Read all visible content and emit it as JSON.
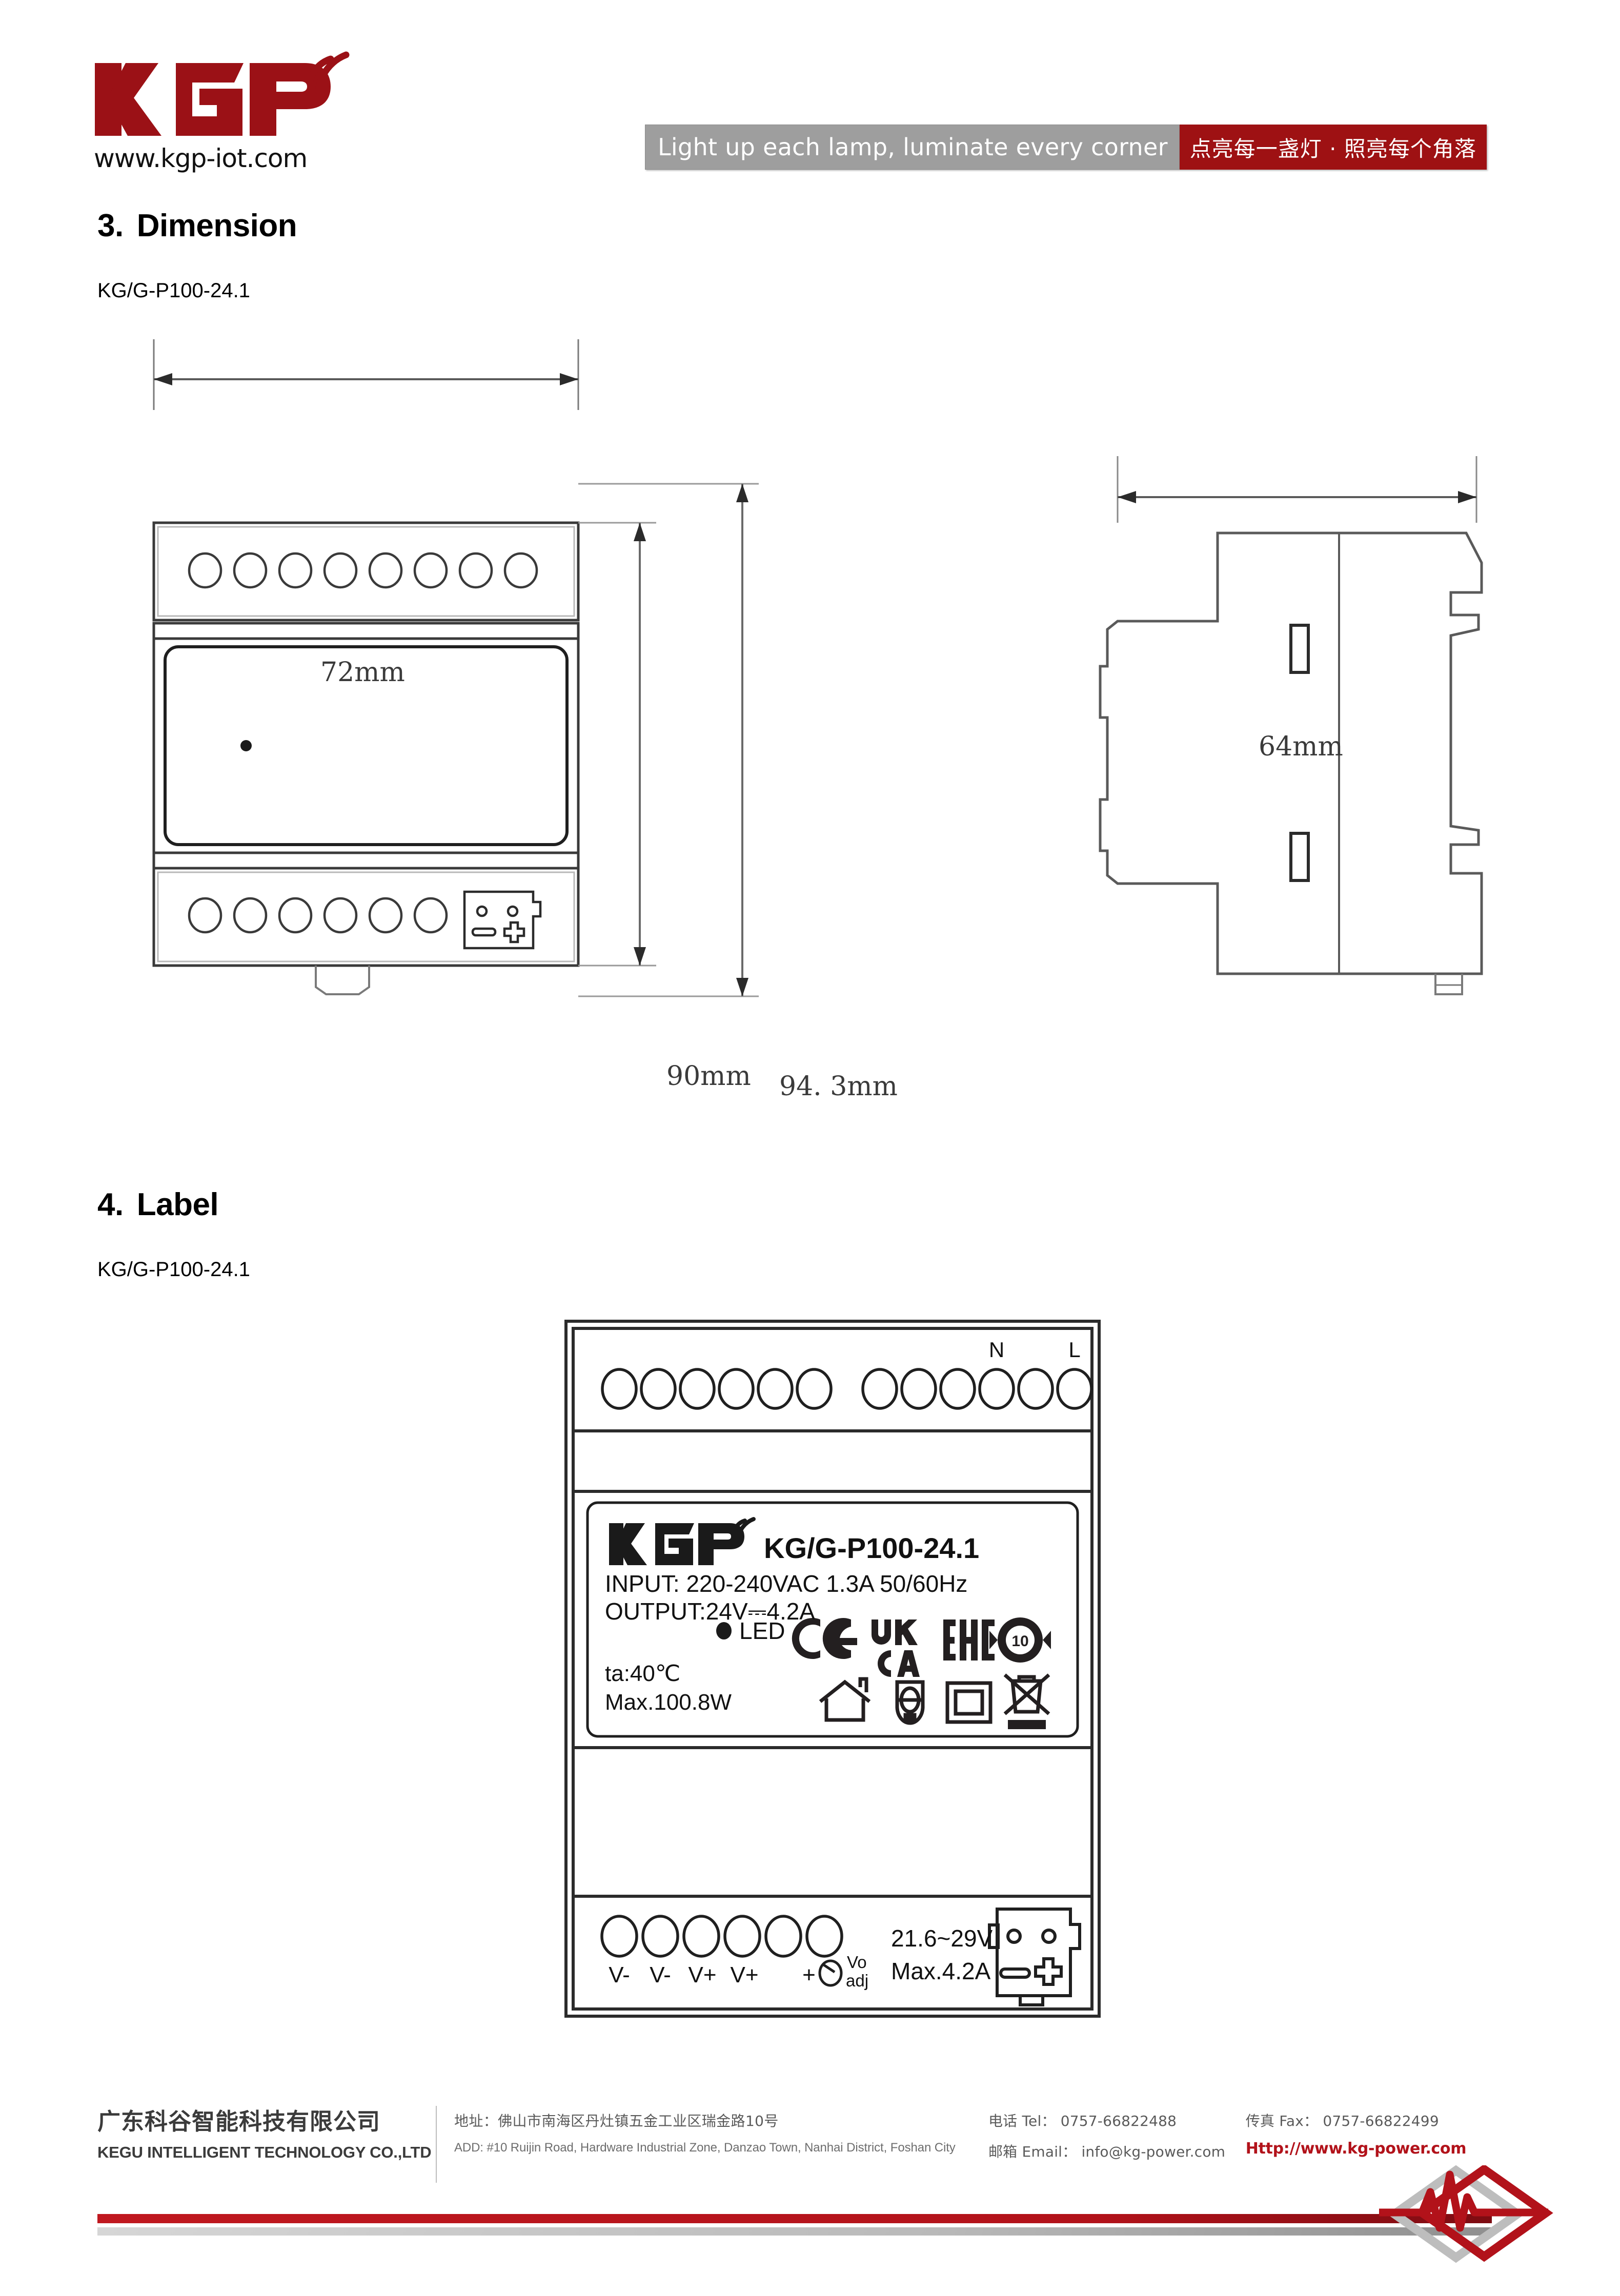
{
  "header": {
    "logo_text": "KGP",
    "logo_url": "www.kgp-iot.com",
    "slogan_en": "Light up each lamp, luminate every corner",
    "slogan_cn": "点亮每一盏灯 · 照亮每个角落",
    "brand_red": "#9e1113",
    "slogan_gray": "#9e9e9e"
  },
  "sections": {
    "dimension": {
      "number": "3.",
      "title": "Dimension",
      "model": "KG/G-P100-24.1"
    },
    "label": {
      "number": "4.",
      "title": "Label",
      "model": "KG/G-P100-24.1"
    }
  },
  "dimensions": {
    "width": "72mm",
    "height_body": "90mm",
    "height_total": "94. 3mm",
    "depth": "64mm",
    "front_view_top_terminals": 8,
    "front_view_bottom_terminals": 6
  },
  "label": {
    "brand": "KGP",
    "model": "KG/G-P100-24.1",
    "input": "INPUT: 220-240VAC 1.3A 50/60Hz",
    "output": "OUTPUT:24V",
    "output_current": "4.2A",
    "led_text": "LED",
    "ta": "ta:40℃",
    "max_power": "Max.100.8W",
    "output_range": "21.6~29V",
    "output_max_current": "Max.4.2A",
    "vo_adj_label_1": "Vo",
    "vo_adj_label_2": "adj",
    "vo_adj_prefix": "+",
    "ac_terminal_n": "N",
    "ac_terminal_l": "L",
    "dc_terminals": [
      "V-",
      "V-",
      "V+",
      "V+"
    ],
    "certifications": [
      "ce-mark-icon",
      "ukca-mark-icon",
      "eac-mark-icon",
      "rohs-10-icon",
      "indoor-use-icon",
      "short-circuit-proof-transformer-icon",
      "class-ii-double-insulation-icon",
      "weee-crossed-bin-icon"
    ],
    "ukca_line1": "UK",
    "ukca_line2": "CA",
    "eac_text": "EAC",
    "rohs_number": "10"
  },
  "footer": {
    "company_cn": "广东科谷智能科技有限公司",
    "company_en": "KEGU INTELLIGENT TECHNOLOGY CO.,LTD",
    "address_cn": "地址：佛山市南海区丹灶镇五金工业区瑞金路10号",
    "address_en": "ADD:  #10 Ruijin Road, Hardware Industrial Zone, Danzao Town, Nanhai District, Foshan City",
    "tel": "电话 Tel： 0757-66822488",
    "email": "邮箱 Email： info@kg-power.com",
    "fax": "传真 Fax： 0757-66822499",
    "website": "Http://www.kg-power.com",
    "accent_red": "#b2121a",
    "accent_gray": "#b9b9b9"
  }
}
